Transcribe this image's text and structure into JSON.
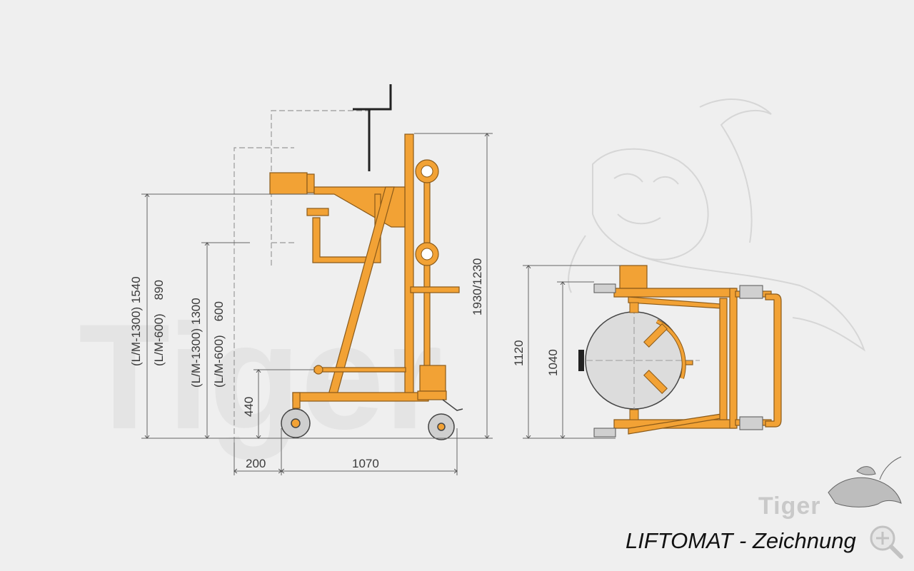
{
  "caption": "LIFTOMAT - Zeichnung",
  "logo_text": "Tiger",
  "watermark_text": "Tiger",
  "icons": {
    "zoom": "zoom-in-magnifier-icon",
    "logo": "tiger-logo-icon"
  },
  "colors": {
    "frame": "#f2a235",
    "frame_stroke": "#8a5a1a",
    "drum": "#dcdcdc",
    "line": "#555555"
  },
  "dimensions": {
    "h_1540": "(L/M-1300) 1540",
    "h_890": "(L/M-600)    890",
    "h_1300": "(L/M-1300) 1300",
    "h_600": "(L/M-600)    600",
    "h_440": "440",
    "h_1930": "1930/1230",
    "w_200": "200",
    "w_1070": "1070",
    "h_1120": "1120",
    "h_1040": "1040"
  }
}
